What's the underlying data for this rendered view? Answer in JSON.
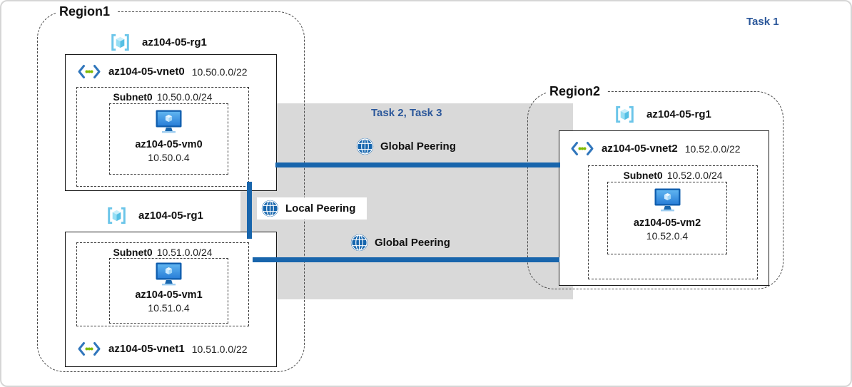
{
  "tasks": {
    "task1": "Task 1",
    "task23": "Task 2, Task 3"
  },
  "region1": {
    "label": "Region1",
    "rg_top": {
      "label": "az104-05-rg1",
      "vnet": {
        "name": "az104-05-vnet0",
        "cidr": "10.50.0.0/22"
      },
      "subnet": {
        "name": "Subnet0",
        "cidr": "10.50.0.0/24"
      },
      "vm": {
        "name": "az104-05-vm0",
        "ip": "10.50.0.4"
      }
    },
    "rg_bottom": {
      "label": "az104-05-rg1",
      "subnet": {
        "name": "Subnet0",
        "cidr": "10.51.0.0/24"
      },
      "vm": {
        "name": "az104-05-vm1",
        "ip": "10.51.0.4"
      },
      "vnet": {
        "name": "az104-05-vnet1",
        "cidr": "10.51.0.0/22"
      }
    }
  },
  "region2": {
    "label": "Region2",
    "rg": {
      "label": "az104-05-rg1",
      "vnet": {
        "name": "az104-05-vnet2",
        "cidr": "10.52.0.0/22"
      },
      "subnet": {
        "name": "Subnet0",
        "cidr": "10.52.0.0/24"
      },
      "vm": {
        "name": "az104-05-vm2",
        "ip": "10.52.0.4"
      }
    }
  },
  "peering": {
    "global_top": "Global Peering",
    "local": "Local Peering",
    "global_bottom": "Global Peering"
  },
  "colors": {
    "peering_line": "#1865ac",
    "task_text": "#2b579a",
    "overlay": "#d9d9d9",
    "globe": "#1565ad"
  }
}
